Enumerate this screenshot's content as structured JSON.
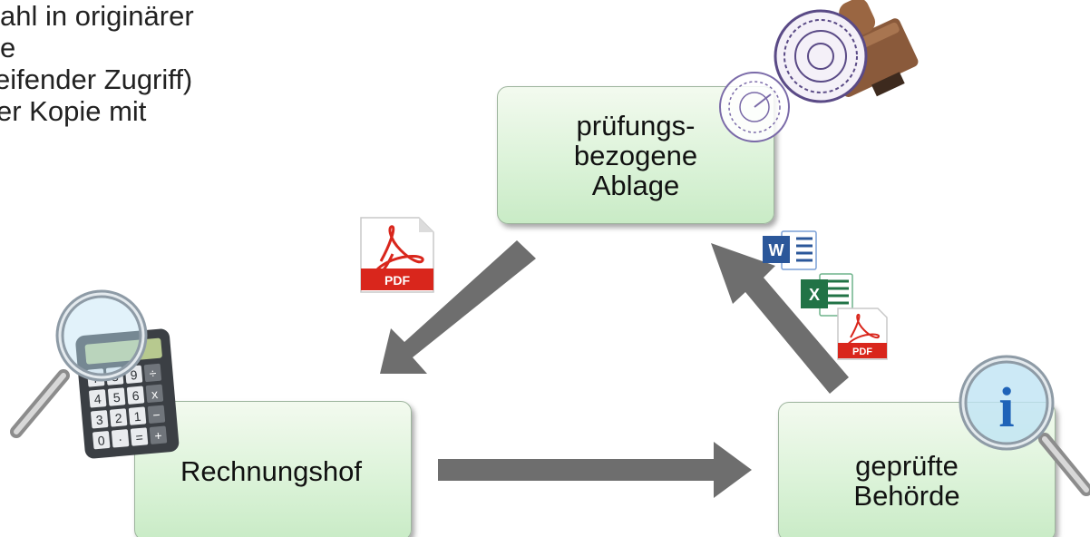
{
  "intro_text": {
    "line1": "ahl in originärer",
    "line2": "e",
    "line3": "eifender Zugriff)",
    "line4": "er Kopie mit"
  },
  "boxes": {
    "ablage": "prüfungs-\nbezogene\nAblage",
    "rechnungshof": "Rechnungshof",
    "behoerde": "geprüfte\nBehörde"
  },
  "icons": {
    "pdf_label": "PDF",
    "pdf_label_small": "PDF",
    "word_letter": "W",
    "excel_letter": "X",
    "info_letter": "i",
    "calculator_keys": [
      "7",
      "8",
      "9",
      "÷",
      "4",
      "5",
      "6",
      "x",
      "3",
      "2",
      "1",
      "−",
      "0",
      "·",
      "=",
      "+"
    ]
  },
  "colors": {
    "arrow": "#6e6e6e",
    "box_fill": "#d9f2d6",
    "pdf_red": "#d9261c",
    "word_blue": "#2b579a",
    "excel_green": "#217346"
  }
}
